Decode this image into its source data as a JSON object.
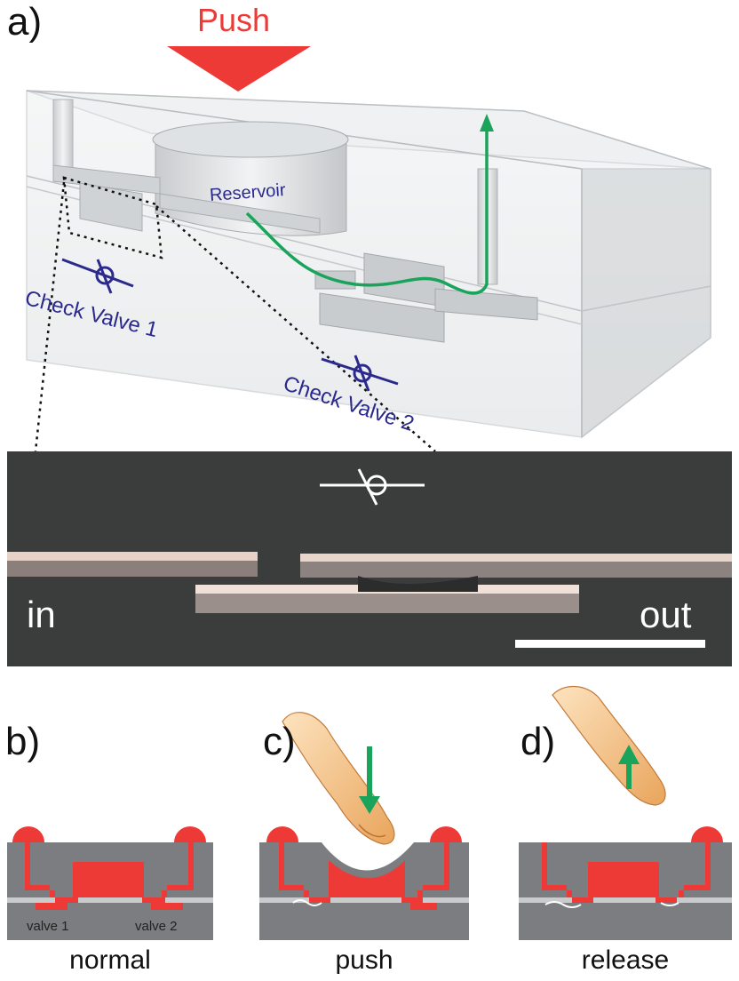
{
  "panel_a": {
    "letter": "a)",
    "push_label": "Push",
    "reservoir_label": "Reservoir",
    "check_valve_1_label": "Check Valve 1",
    "check_valve_2_label": "Check Valve 2",
    "photo_in_label": "in",
    "photo_out_label": "out"
  },
  "panel_b": {
    "letter": "b)",
    "caption": "normal",
    "valve1_label": "valve 1",
    "valve2_label": "valve 2"
  },
  "panel_c": {
    "letter": "c)",
    "caption": "push"
  },
  "panel_d": {
    "letter": "d)",
    "caption": "release"
  },
  "colors": {
    "red": "#ee3a36",
    "green": "#1aa35a",
    "blue": "#2b2a8c",
    "chip_gray": "#7b7d80",
    "photo_bg": "#3a3d3c"
  }
}
